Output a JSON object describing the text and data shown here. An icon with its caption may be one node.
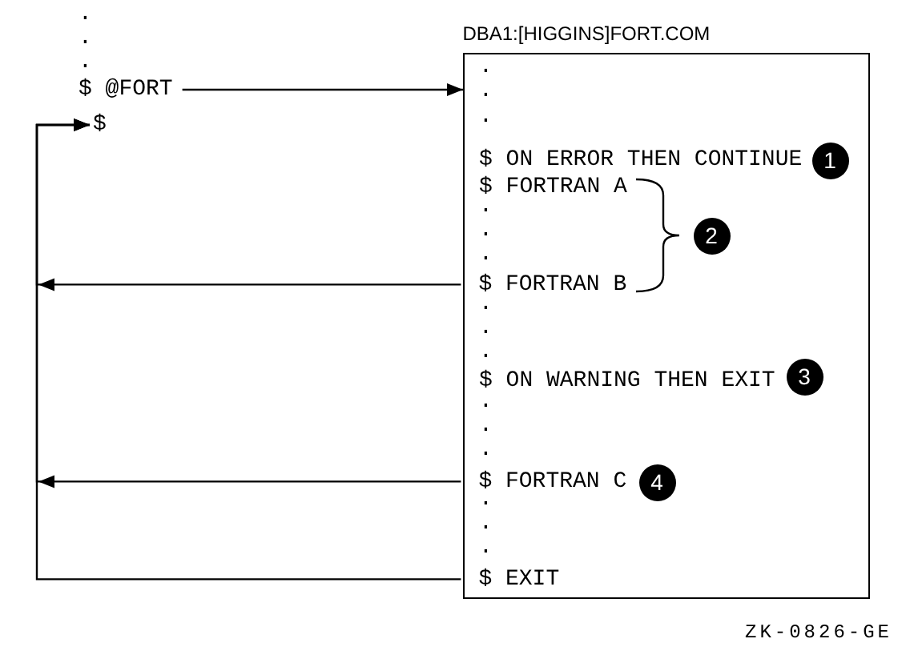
{
  "diagram": {
    "nodes": [
      {
        "text": [
          "$ @FORT"
        ]
      },
      {
        "text": [
          "$"
        ]
      },
      {
        "text": [
          "DBA1:[HIGGINS]FORT.COM"
        ]
      },
      {
        "text": [
          "$ FORTRAN B"
        ],
        "in": 2
      },
      {
        "text": [
          "$ FORTRAN C"
        ],
        "in": 2
      },
      {
        "text": [
          "$ EXIT"
        ],
        "in": 2
      }
    ],
    "edges": [
      {
        "from": 0,
        "to": 2,
        "arrow": "to"
      },
      {
        "from": 3,
        "to": 1,
        "arrow": "to"
      },
      {
        "from": 4,
        "to": 1,
        "arrow": "to"
      },
      {
        "from": 5,
        "to": 1,
        "arrow": "to"
      }
    ],
    "labels": [
      ".",
      ".",
      ".",
      ".",
      ".",
      ".",
      "$ ON ERROR THEN CONTINUE",
      "1",
      "$ FORTRAN A",
      ".",
      ".",
      ".",
      "2",
      ".",
      ".",
      ".",
      "$ ON WARNING THEN EXIT",
      "3",
      ".",
      ".",
      ".",
      "4",
      ".",
      ".",
      ".",
      "ZK-0826-GE"
    ]
  }
}
